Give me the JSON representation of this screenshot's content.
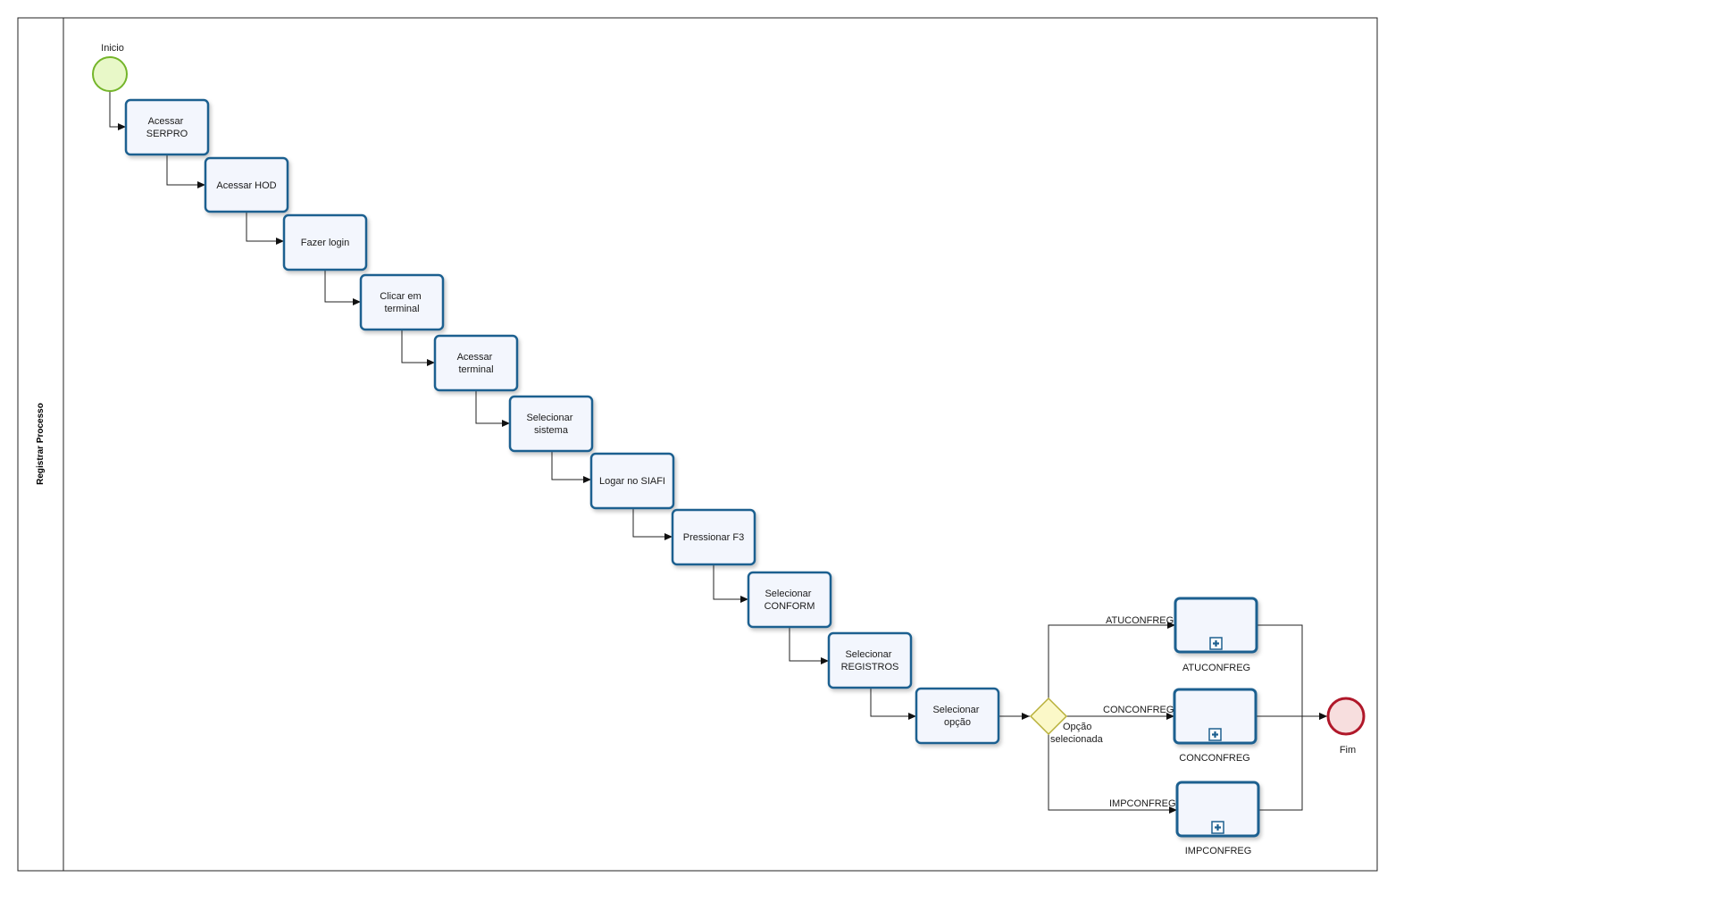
{
  "pool": {
    "label": "Registrar Processo"
  },
  "start_event": {
    "label": "Inicio"
  },
  "end_event": {
    "label": "Fim"
  },
  "tasks": [
    {
      "id": "t1",
      "lines": [
        "Acessar",
        "SERPRO"
      ]
    },
    {
      "id": "t2",
      "lines": [
        "Acessar HOD"
      ]
    },
    {
      "id": "t3",
      "lines": [
        "Fazer login"
      ]
    },
    {
      "id": "t4",
      "lines": [
        "Clicar em",
        "terminal"
      ]
    },
    {
      "id": "t5",
      "lines": [
        "Acessar",
        "terminal"
      ]
    },
    {
      "id": "t6",
      "lines": [
        "Selecionar",
        "sistema"
      ]
    },
    {
      "id": "t7",
      "lines": [
        "Logar no SIAFI"
      ]
    },
    {
      "id": "t8",
      "lines": [
        "Pressionar F3"
      ]
    },
    {
      "id": "t9",
      "lines": [
        "Selecionar",
        "CONFORM"
      ]
    },
    {
      "id": "t10",
      "lines": [
        "Selecionar",
        "REGISTROS"
      ]
    },
    {
      "id": "t11",
      "lines": [
        "Selecionar",
        "opção"
      ]
    }
  ],
  "gateway": {
    "lines": [
      "Opção",
      "selecionada"
    ]
  },
  "subprocesses": [
    {
      "id": "s1",
      "label": "ATUCONFREG",
      "flow_label": "ATUCONFREG"
    },
    {
      "id": "s2",
      "label": "CONCONFREG",
      "flow_label": "CONCONFREG"
    },
    {
      "id": "s3",
      "label": "IMPCONFREG",
      "flow_label": "IMPCONFREG"
    }
  ],
  "colors": {
    "start_fill": "#e8f8c8",
    "start_stroke": "#74b52a",
    "end_fill": "#f7dede",
    "end_stroke": "#b0182a",
    "task_stroke": "#1f6190",
    "gateway_fill": "#fbf8c8",
    "gateway_stroke": "#b8b03a"
  }
}
